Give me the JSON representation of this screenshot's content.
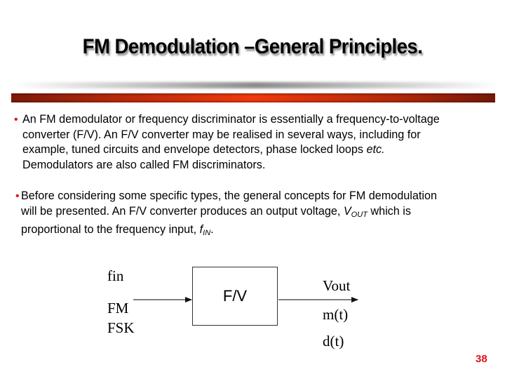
{
  "slide": {
    "title": "FM Demodulation –General Principles.",
    "page_number": "38",
    "colors": {
      "accent_bar": "#f03a0c",
      "bullet": "#e0121a",
      "page_number": "#e0121a",
      "text": "#000000"
    }
  },
  "bullets": [
    {
      "marker": "•",
      "lines": [
        "An FM demodulator or frequency discriminator is essentially a frequency-to-voltage",
        "converter (F/V). An F/V converter may be realised in several ways, including for",
        "example, tuned circuits and envelope detectors, phase locked loops ",
        "Demodulators are also called FM discriminators."
      ],
      "italic_suffix_line3": "etc."
    },
    {
      "marker": "•",
      "lines": [
        "Before considering some specific types, the general concepts for FM demodulation",
        "will be presented. An F/V converter produces an output voltage, ",
        "proportional to the frequency input, "
      ],
      "vout_symbol": "V",
      "vout_subscript": "OUT",
      "vout_after": " which is",
      "fin_symbol": "f",
      "fin_subscript": "IN",
      "fin_after": "."
    }
  ],
  "diagram": {
    "block_label": "F/V",
    "input_labels": [
      "fin",
      "FM",
      "FSK"
    ],
    "output_labels": [
      "Vout",
      "m(t)",
      "d(t)"
    ]
  }
}
